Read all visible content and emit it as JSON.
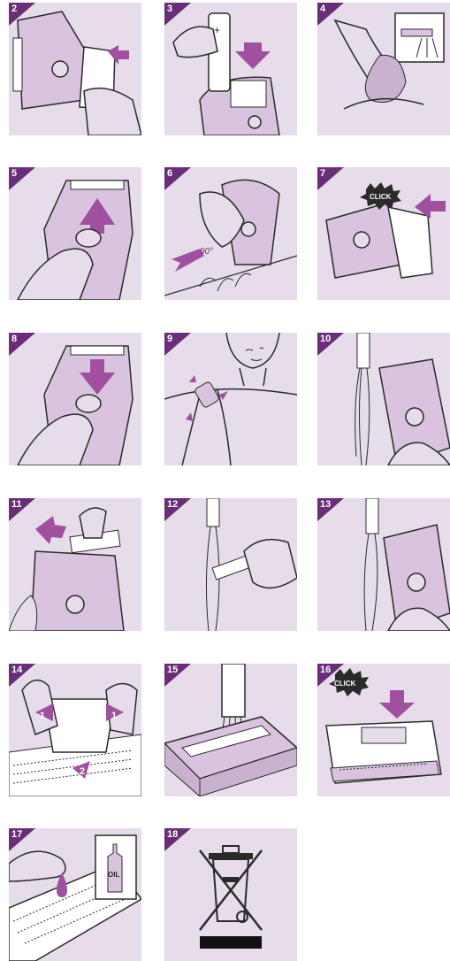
{
  "steps": [
    {
      "id": "2",
      "label": "2"
    },
    {
      "id": "3",
      "label": "3"
    },
    {
      "id": "4",
      "label": "4"
    },
    {
      "id": "5",
      "label": "5"
    },
    {
      "id": "6",
      "label": "6",
      "caption": "90°"
    },
    {
      "id": "7",
      "label": "7",
      "caption": "CLICK"
    },
    {
      "id": "8",
      "label": "8"
    },
    {
      "id": "9",
      "label": "9"
    },
    {
      "id": "10",
      "label": "10"
    },
    {
      "id": "11",
      "label": "11"
    },
    {
      "id": "12",
      "label": "12"
    },
    {
      "id": "13",
      "label": "13"
    },
    {
      "id": "14",
      "label": "14",
      "marker_a": "1",
      "marker_b": "1",
      "marker_c": "2"
    },
    {
      "id": "15",
      "label": "15"
    },
    {
      "id": "16",
      "label": "16",
      "caption": "CLICK"
    },
    {
      "id": "17",
      "label": "17",
      "caption": "OIL"
    },
    {
      "id": "18",
      "label": "18"
    }
  ],
  "colors": {
    "panel": "#e6dcea",
    "badge": "#6a2e78",
    "arrow": "#a0509f",
    "line": "#2a2a2a",
    "device": "#d9c3de"
  }
}
